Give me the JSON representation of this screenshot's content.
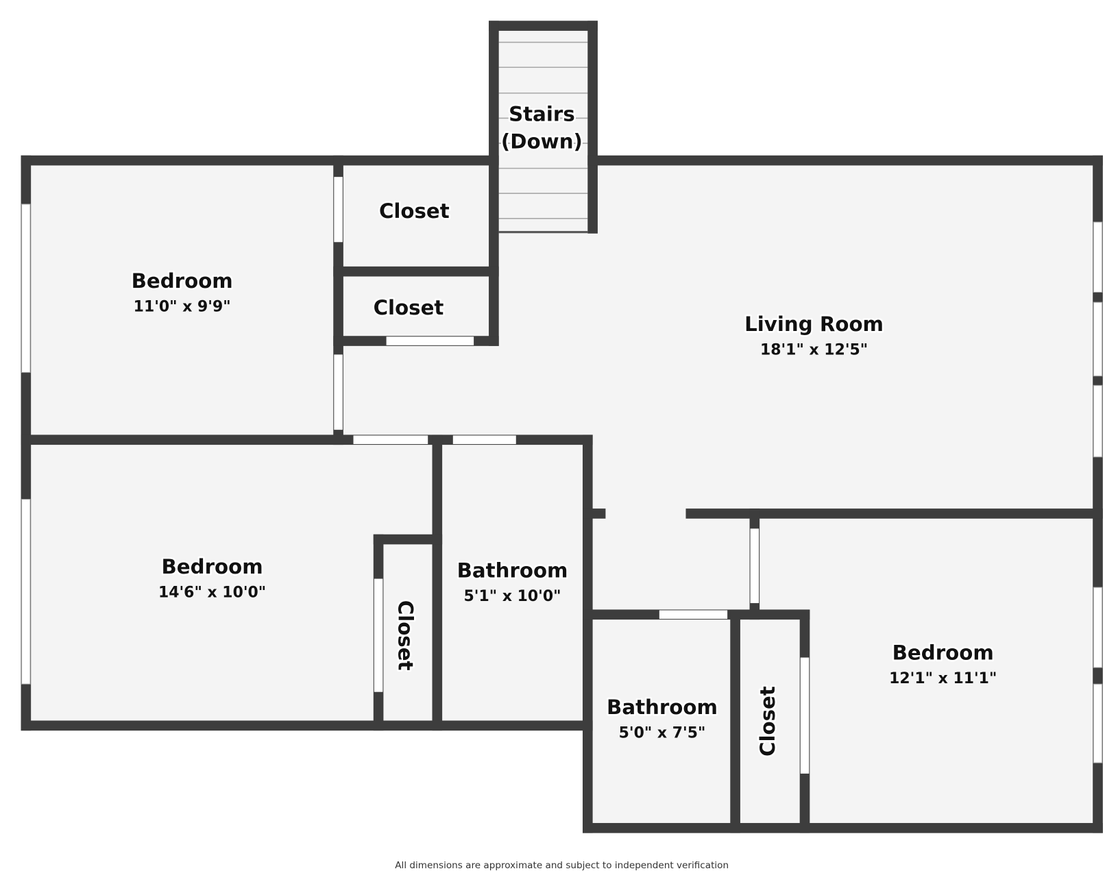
{
  "rooms": {
    "stairs": {
      "name_line1": "Stairs",
      "name_line2": "(Down)"
    },
    "bedroom_top_left": {
      "name": "Bedroom",
      "dims": "11'0\" x 9'9\""
    },
    "closet_top": {
      "name": "Closet"
    },
    "closet_middle": {
      "name": "Closet"
    },
    "living_room": {
      "name": "Living Room",
      "dims": "18'1\" x 12'5\""
    },
    "bedroom_bottom_left": {
      "name": "Bedroom",
      "dims": "14'6\" x 10'0\""
    },
    "closet_vertical_left": {
      "name": "Closet"
    },
    "bathroom_1": {
      "name": "Bathroom",
      "dims": "5'1\" x 10'0\""
    },
    "bathroom_2": {
      "name": "Bathroom",
      "dims": "5'0\" x 7'5\""
    },
    "closet_vertical_right": {
      "name": "Closet"
    },
    "bedroom_right": {
      "name": "Bedroom",
      "dims": "12'1\" x 11'1\""
    }
  },
  "footer": "All dimensions are approximate and subject to independent verification",
  "colors": {
    "wall": "#3d3d3d",
    "floor": "#f4f4f4"
  }
}
